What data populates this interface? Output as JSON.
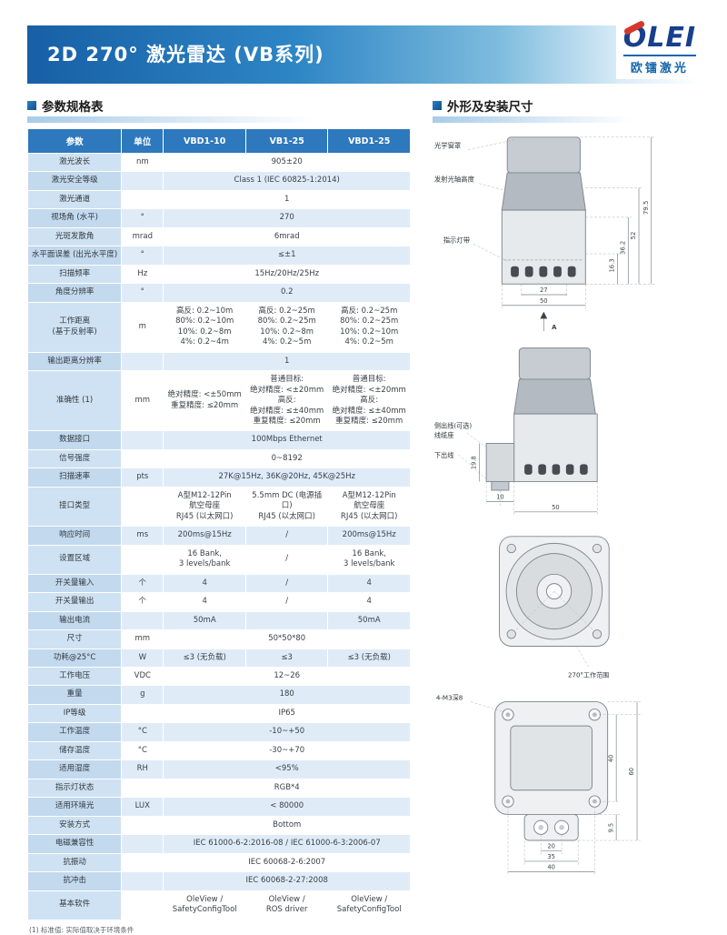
{
  "header": {
    "title": "2D 270° 激光雷达 (VB系列)",
    "logo_text": "OLEI",
    "logo_sub": "欧镭激光"
  },
  "sections": {
    "left_title": "参数规格表",
    "right_title": "外形及安装尺寸"
  },
  "table": {
    "columns": [
      "参数",
      "单位",
      "VBD1-10",
      "VB1-25",
      "VBD1-25"
    ],
    "rows": [
      {
        "label": "激光波长",
        "unit": "nm",
        "span": "905±20"
      },
      {
        "label": "激光安全等级",
        "unit": "",
        "span": "Class 1 (IEC 60825-1:2014)"
      },
      {
        "label": "激光通道",
        "unit": "",
        "span": "1"
      },
      {
        "label": "视场角 (水平)",
        "unit": "°",
        "span": "270"
      },
      {
        "label": "光斑发散角",
        "unit": "mrad",
        "span": "6mrad"
      },
      {
        "label": "水平面误差 (出光水平度)",
        "unit": "°",
        "span": "≤±1"
      },
      {
        "label": "扫描频率",
        "unit": "Hz",
        "span": "15Hz/20Hz/25Hz"
      },
      {
        "label": "角度分辨率",
        "unit": "°",
        "span": "0.2"
      },
      {
        "label": "工作距离\n(基于反射率)",
        "unit": "m",
        "cells": [
          "高反: 0.2~10m\n80%: 0.2~10m\n10%: 0.2~8m\n4%: 0.2~4m",
          "高反: 0.2~25m\n80%: 0.2~25m\n10%: 0.2~8m\n4%: 0.2~5m",
          "高反: 0.2~25m\n80%: 0.2~25m\n10%: 0.2~10m\n4%: 0.2~5m"
        ]
      },
      {
        "label": "输出距离分辨率",
        "unit": "",
        "span": "1"
      },
      {
        "label": "准确性 (1)",
        "unit": "mm",
        "cells": [
          "绝对精度: <±50mm\n重复精度: ≤20mm",
          "普通目标:\n绝对精度: <±20mm\n高反:\n绝对精度: ≤±40mm\n重复精度: ≤20mm",
          "普通目标:\n绝对精度: <±20mm\n高反:\n绝对精度: ≤±40mm\n重复精度: ≤20mm"
        ]
      },
      {
        "label": "数据接口",
        "unit": "",
        "span": "100Mbps Ethernet"
      },
      {
        "label": "信号强度",
        "unit": "",
        "span": "0~8192"
      },
      {
        "label": "扫描速率",
        "unit": "pts",
        "span": "27K@15Hz, 36K@20Hz, 45K@25Hz"
      },
      {
        "label": "接口类型",
        "unit": "",
        "cells": [
          "A型M12-12Pin\n航空母座\nRJ45 (以太网口)",
          "5.5mm DC (电源插口)\nRJ45 (以太网口)",
          "A型M12-12Pin\n航空母座\nRJ45 (以太网口)"
        ]
      },
      {
        "label": "响应时间",
        "unit": "ms",
        "cells": [
          "200ms@15Hz",
          "/",
          "200ms@15Hz"
        ]
      },
      {
        "label": "设置区域",
        "unit": "",
        "cells": [
          "16 Bank,\n3 levels/bank",
          "/",
          "16 Bank,\n3 levels/bank"
        ]
      },
      {
        "label": "开关量输入",
        "unit": "个",
        "cells": [
          "4",
          "/",
          "4"
        ]
      },
      {
        "label": "开关量输出",
        "unit": "个",
        "cells": [
          "4",
          "/",
          "4"
        ]
      },
      {
        "label": "输出电流",
        "unit": "",
        "cells": [
          "50mA",
          "",
          "50mA"
        ]
      },
      {
        "label": "尺寸",
        "unit": "mm",
        "span": "50*50*80"
      },
      {
        "label": "功耗@25°C",
        "unit": "W",
        "cells": [
          "≤3 (无负载)",
          "≤3",
          "≤3 (无负载)"
        ]
      },
      {
        "label": "工作电压",
        "unit": "VDC",
        "span": "12~26"
      },
      {
        "label": "重量",
        "unit": "g",
        "span": "180"
      },
      {
        "label": "IP等级",
        "unit": "",
        "span": "IP65"
      },
      {
        "label": "工作温度",
        "unit": "°C",
        "span": "-10~+50"
      },
      {
        "label": "储存温度",
        "unit": "°C",
        "span": "-30~+70"
      },
      {
        "label": "适用湿度",
        "unit": "RH",
        "span": "<95%"
      },
      {
        "label": "指示灯状态",
        "unit": "",
        "span": "RGB*4"
      },
      {
        "label": "适用环境光",
        "unit": "LUX",
        "span": "< 80000"
      },
      {
        "label": "安装方式",
        "unit": "",
        "span": "Bottom"
      },
      {
        "label": "电磁兼容性",
        "unit": "",
        "span": "IEC 61000-6-2:2016-08 / IEC 61000-6-3:2006-07"
      },
      {
        "label": "抗振动",
        "unit": "",
        "span": "IEC 60068-2-6:2007"
      },
      {
        "label": "抗冲击",
        "unit": "",
        "span": "IEC 60068-2-27:2008"
      },
      {
        "label": "基本软件",
        "unit": "",
        "cells": [
          "OleView /\nSafetyConfigTool",
          "OleView /\nROS driver",
          "OleView /\nSafetyConfigTool"
        ]
      }
    ]
  },
  "footnote": "(1) 标准值: 实际值取决于环境条件",
  "drawings": {
    "front": {
      "label_window": "光学窗罩",
      "label_axis": "发射光轴高度",
      "label_led": "指示灯带",
      "dim_total": "79.5",
      "dim_52": "52",
      "dim_36": "36.2",
      "dim_16": "16.3",
      "dim_27": "27",
      "dim_50": "50",
      "marker": "A"
    },
    "side": {
      "label_side_exit": "侧出线(可选)",
      "label_gland": "线缆座",
      "label_bottom_exit": "下出线",
      "dim_198": "19.8",
      "dim_10": "10",
      "dim_50": "50"
    },
    "top": {
      "label_range": "270°工作范围"
    },
    "bottom": {
      "label_holes": "4-M3深8",
      "dim_40i": "40",
      "dim_60": "60",
      "dim_95": "9.5",
      "dim_20": "20",
      "dim_35": "35",
      "dim_40b": "40"
    }
  }
}
